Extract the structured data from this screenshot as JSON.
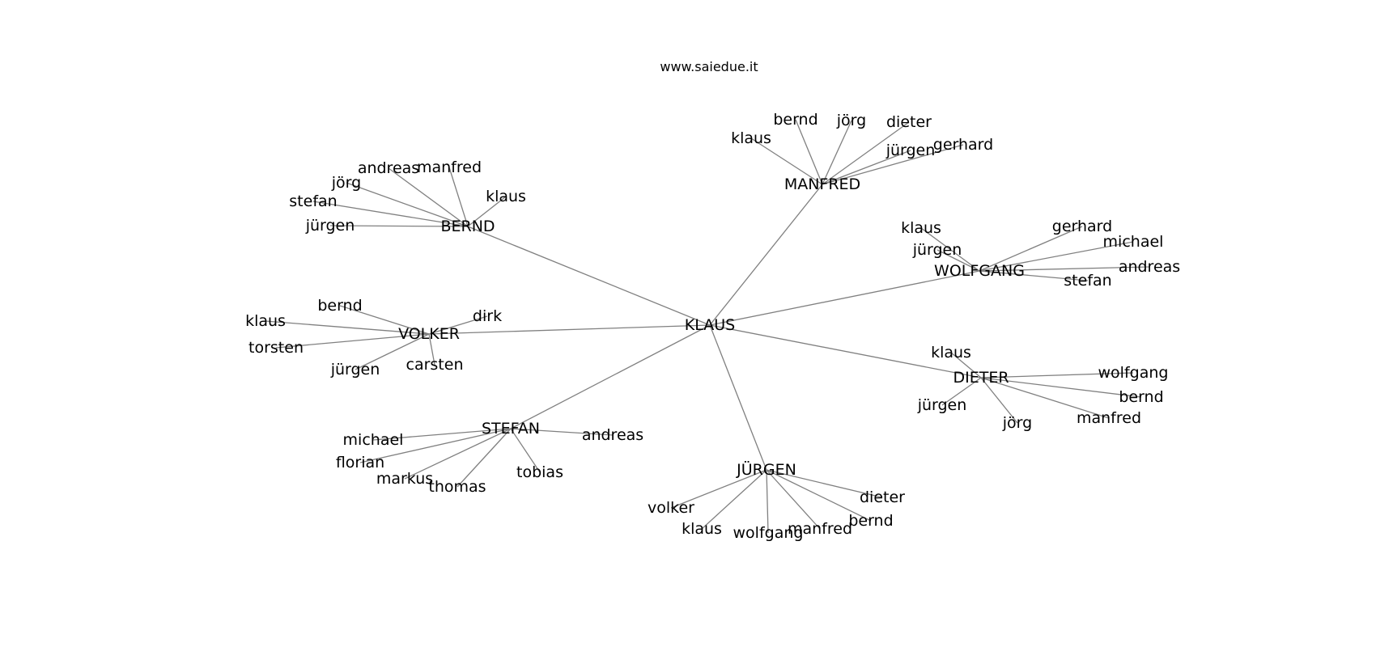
{
  "title": "www.saiedue.it",
  "colors": {
    "edge": "#808080",
    "text": "#000000",
    "background": "#ffffff"
  },
  "graph": {
    "center": "KLAUS",
    "hubs": [
      {
        "name": "BERND",
        "leaves": [
          "andreas",
          "manfred",
          "jörg",
          "klaus",
          "stefan",
          "jürgen"
        ]
      },
      {
        "name": "MANFRED",
        "leaves": [
          "bernd",
          "jörg",
          "dieter",
          "klaus",
          "jürgen",
          "gerhard"
        ]
      },
      {
        "name": "WOLFGANG",
        "leaves": [
          "klaus",
          "gerhard",
          "michael",
          "jürgen",
          "andreas",
          "stefan"
        ]
      },
      {
        "name": "VOLKER",
        "leaves": [
          "bernd",
          "dirk",
          "klaus",
          "torsten",
          "jürgen",
          "carsten"
        ]
      },
      {
        "name": "DIETER",
        "leaves": [
          "klaus",
          "wolfgang",
          "bernd",
          "jürgen",
          "manfred",
          "jörg"
        ]
      },
      {
        "name": "STEFAN",
        "leaves": [
          "michael",
          "andreas",
          "florian",
          "markus",
          "thomas",
          "tobias"
        ]
      },
      {
        "name": "JÜRGEN",
        "leaves": [
          "dieter",
          "volker",
          "bernd",
          "klaus",
          "manfred",
          "wolfgang"
        ]
      }
    ]
  }
}
